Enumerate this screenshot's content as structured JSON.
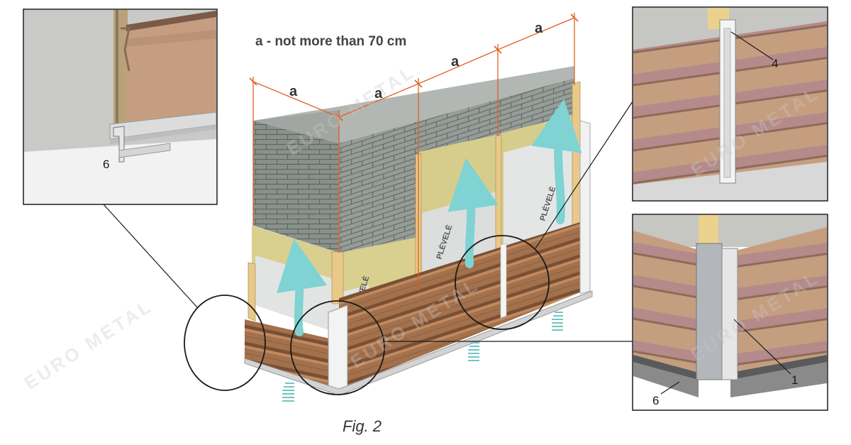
{
  "heading": "a - not more than 70 cm",
  "caption": "Fig. 2",
  "dimension_label": "a",
  "membrane_text": "PLĖVELĖ",
  "callouts": {
    "c1": "1",
    "c4": "4",
    "c6a": "6",
    "c6b": "6"
  },
  "watermark": "EURO METAL",
  "colors": {
    "block": "#8a918c",
    "insulation": "#d9cf8e",
    "wood_post": "#e8c98a",
    "membrane": "#dcdedd",
    "siding": "#9a6a48",
    "dimension": "#e06020",
    "arrow": "#7fd3d2"
  }
}
